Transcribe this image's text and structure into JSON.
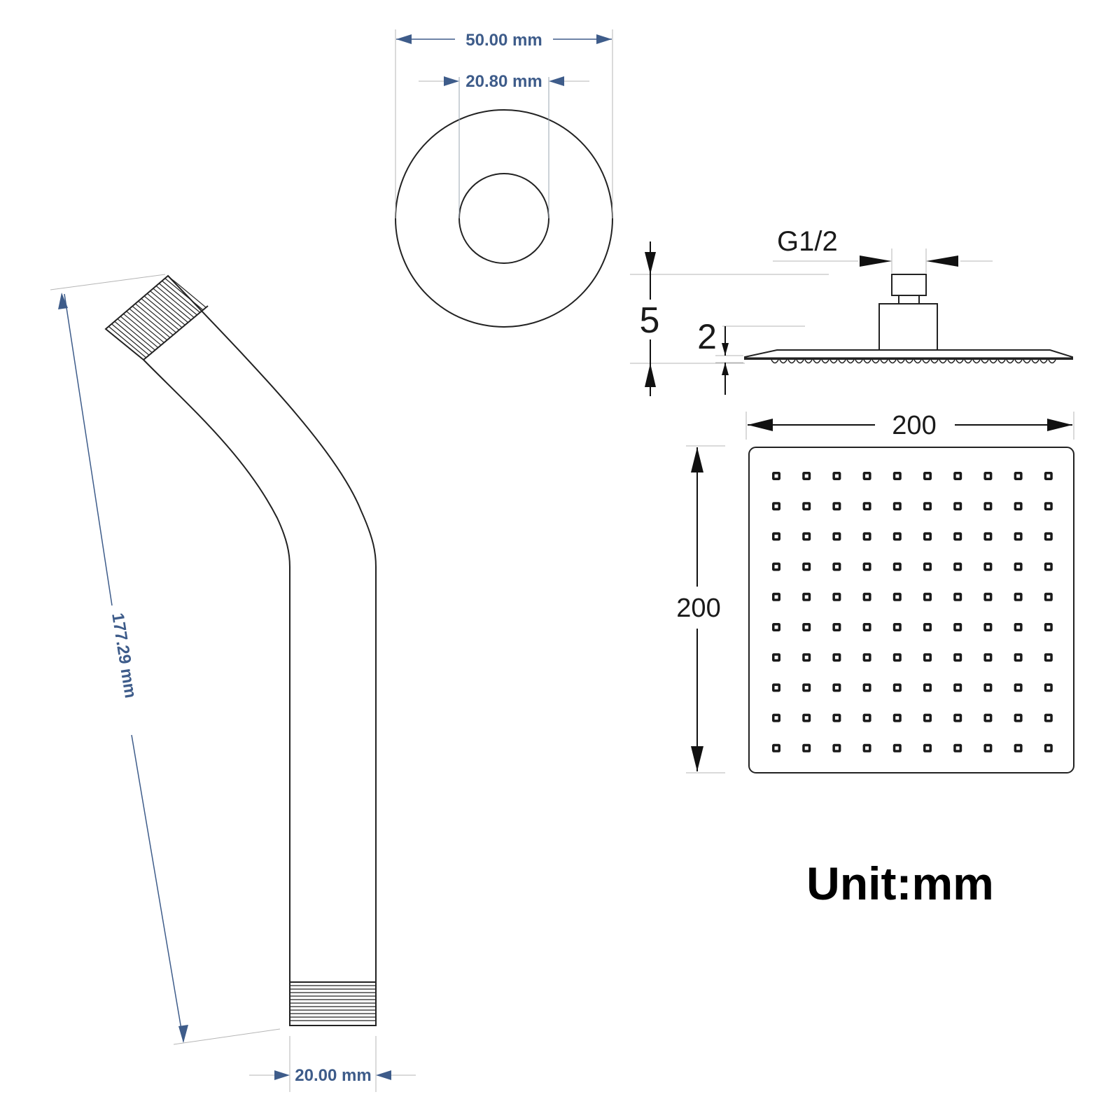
{
  "drawing": {
    "flange": {
      "outer_diameter_label": "50.00 mm",
      "inner_diameter_label": "20.80 mm"
    },
    "shower_arm": {
      "length_label": "177.29 mm",
      "diameter_label": "20.00 mm"
    },
    "shower_head_side": {
      "thread_label": "G1/2",
      "total_height_label": "5",
      "plate_thickness_label": "2"
    },
    "shower_head_top": {
      "width_label": "200",
      "height_label": "200",
      "nozzle_rows": 10,
      "nozzle_cols": 10
    },
    "unit_label": "Unit:mm"
  },
  "colors": {
    "dimension_blue": "#3e5c8a",
    "line_black": "#222222"
  }
}
